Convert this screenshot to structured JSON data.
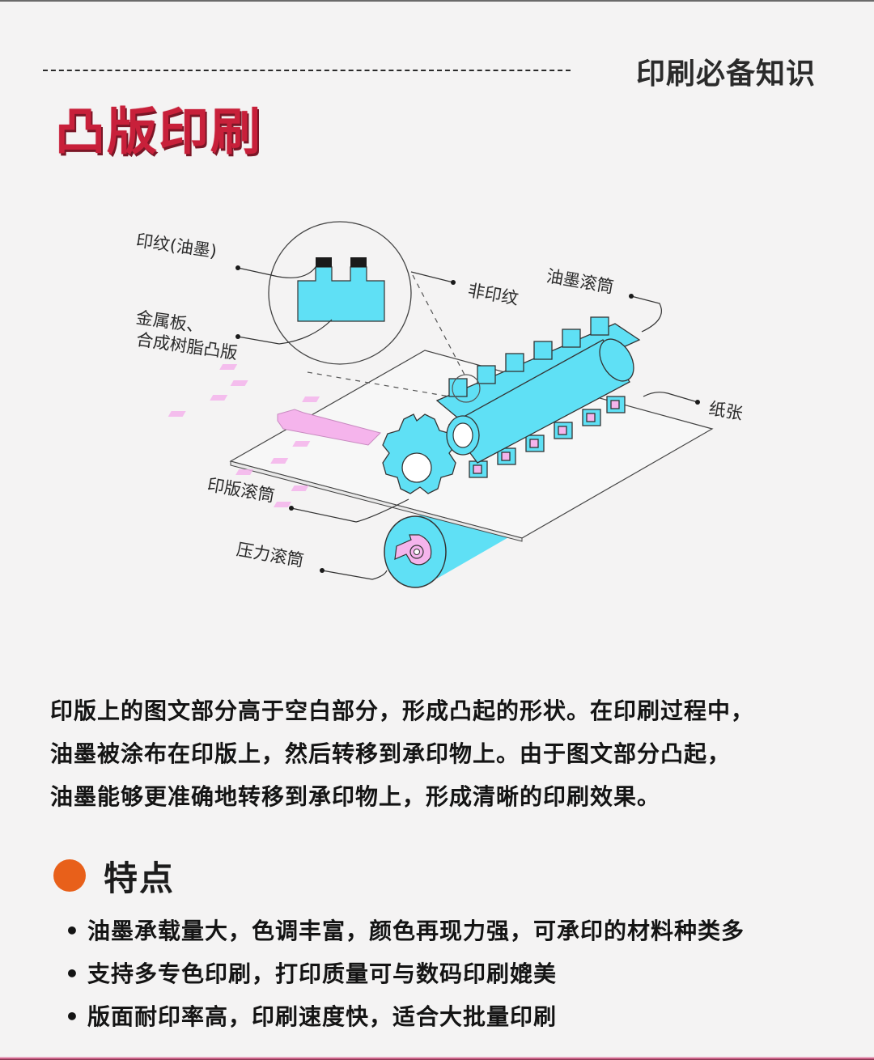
{
  "header": {
    "series_tag": "印刷必备知识",
    "title": "凸版印刷"
  },
  "diagram": {
    "labels": {
      "ink_pattern": "印纹(油墨)",
      "plate_line1": "金属板、",
      "plate_line2": "合成树脂凸版",
      "non_print": "非印纹",
      "ink_roller": "油墨滚筒",
      "paper": "纸张",
      "plate_cylinder": "印版滚筒",
      "impression_cylinder": "压力滚筒"
    },
    "colors": {
      "cyan": "#5fe0f5",
      "pink": "#f5b4ec",
      "ink": "#1a1a1a",
      "outline": "#333333"
    }
  },
  "description": {
    "lines": [
      "印版上的图文部分高于空白部分，形成凸起的形状。在印刷过程中，",
      "油墨被涂布在印版上，然后转移到承印物上。由于图文部分凸起，",
      "油墨能够更准确地转移到承印物上，形成清晰的印刷效果。"
    ]
  },
  "features": {
    "title": "特点",
    "bullet": "•",
    "items": [
      "油墨承载量大，色调丰富，颜色再现力强，可承印的材料种类多",
      "支持多专色印刷，打印质量可与数码印刷媲美",
      "版面耐印率高，印刷速度快，适合大批量印刷"
    ],
    "accent_color": "#e8601a"
  },
  "theme": {
    "background": "#f4f3f3",
    "title_color": "#c8203a"
  }
}
